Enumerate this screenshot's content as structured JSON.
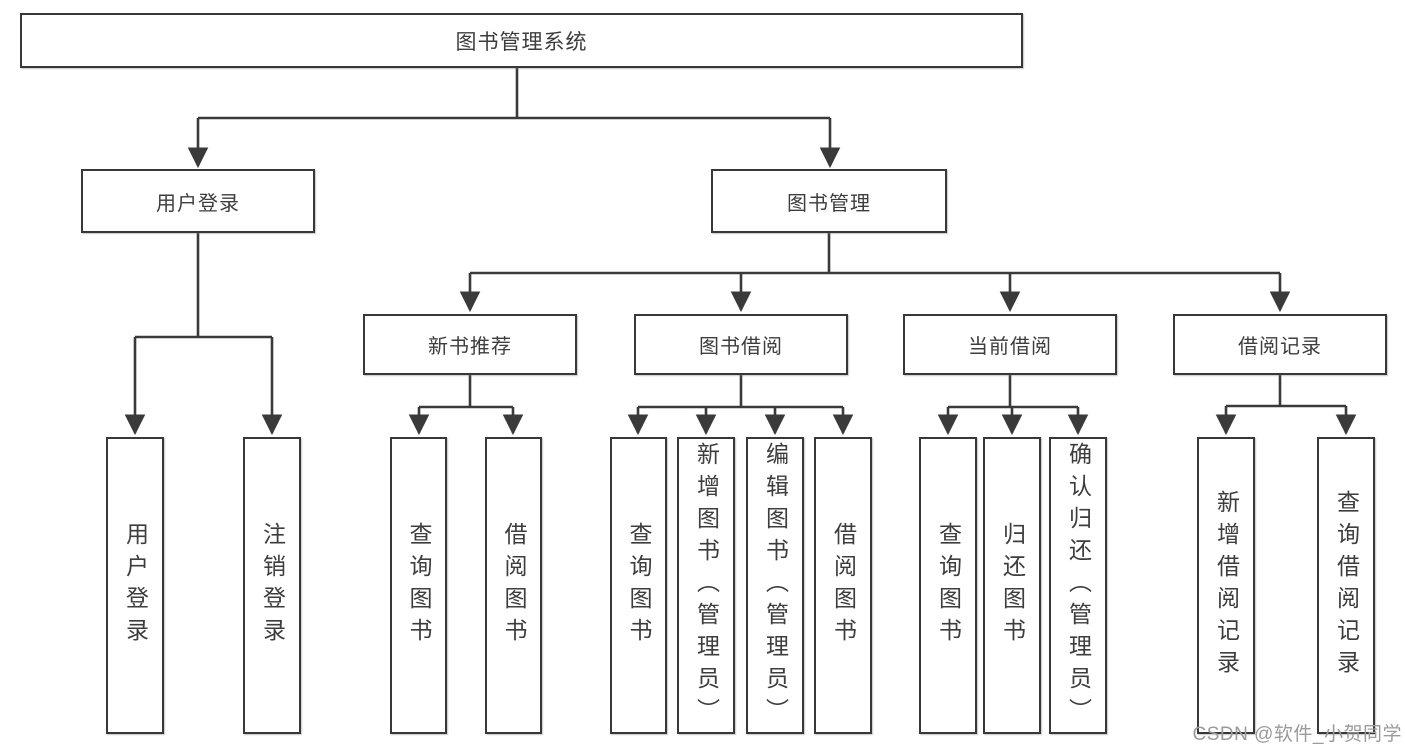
{
  "diagram": {
    "root": {
      "label": "图书管理系统"
    },
    "level2": [
      {
        "label": "用户登录"
      },
      {
        "label": "图书管理"
      }
    ],
    "level3": [
      {
        "label": "新书推荐"
      },
      {
        "label": "图书借阅"
      },
      {
        "label": "当前借阅"
      },
      {
        "label": "借阅记录"
      }
    ],
    "leaves": [
      {
        "label": "用户登录"
      },
      {
        "label": "注销登录"
      },
      {
        "label": "查询图书"
      },
      {
        "label": "借阅图书"
      },
      {
        "label": "查询图书"
      },
      {
        "label": "新增图书（管理员）"
      },
      {
        "label": "编辑图书（管理员）"
      },
      {
        "label": "借阅图书"
      },
      {
        "label": "查询图书"
      },
      {
        "label": "归还图书"
      },
      {
        "label": "确认归还（管理员）"
      },
      {
        "label": "新增借阅记录"
      },
      {
        "label": "查询借阅记录"
      }
    ]
  },
  "watermark": {
    "text": "CSDN @软件_小贺同学"
  },
  "colors": {
    "line": "#3a3a3a",
    "text": "#3d3d3d",
    "watermark": "#9b9b9b",
    "background": "#ffffff"
  }
}
